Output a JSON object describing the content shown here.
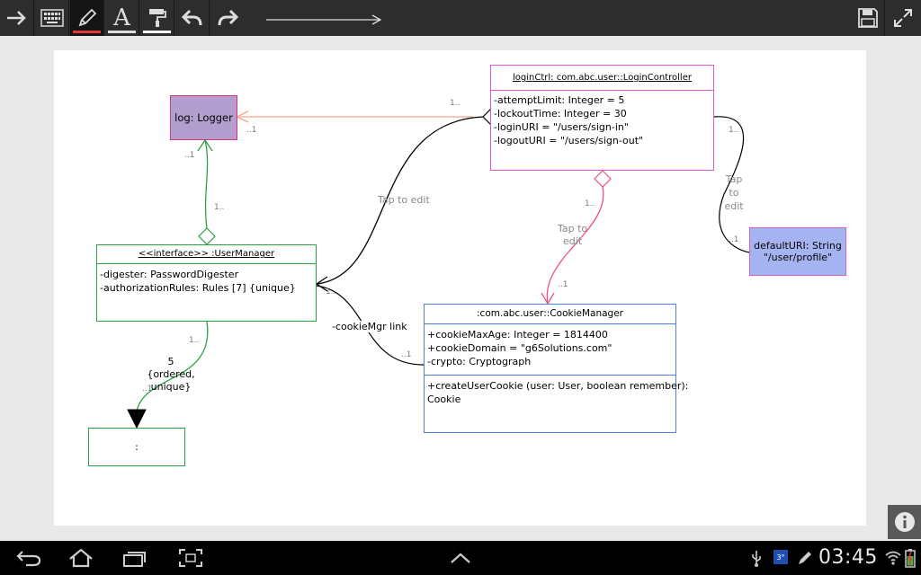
{
  "toolbar": {
    "tools": [
      {
        "name": "forward-arrow-icon"
      },
      {
        "name": "keyboard-icon"
      },
      {
        "name": "pencil-icon",
        "underline": "#e53935"
      },
      {
        "name": "text-tool-icon",
        "glyph": "A",
        "underline": "#dddddd"
      },
      {
        "name": "paint-roller-icon",
        "underline": "#ffffff"
      },
      {
        "name": "undo-icon"
      },
      {
        "name": "redo-icon"
      }
    ],
    "right": [
      {
        "name": "save-icon"
      },
      {
        "name": "fullscreen-icon"
      }
    ]
  },
  "diagram": {
    "logger": {
      "label": "log: Logger",
      "fill": "#b39fcf",
      "stroke": "#d6347a"
    },
    "login_controller": {
      "title": "loginCtrl: com.abc.user::LoginController",
      "attributes": [
        "-attemptLimit: Integer = 5",
        "-lockoutTime: Integer = 30",
        "-loginURI = \"/users/sign-in\"",
        "-logoutURI = \"/users/sign-out\""
      ],
      "stroke": "#e15bd0"
    },
    "user_manager": {
      "title": "<<interface>> :UserManager",
      "attributes": [
        "-digester: PasswordDigester",
        "-authorizationRules: Rules [7] {unique}"
      ],
      "stroke": "#2ea043"
    },
    "cookie_manager": {
      "title": ":com.abc.user::CookieManager",
      "attributes": [
        "+cookieMaxAge: Integer = 1814400",
        "+cookieDomain = \"g6Solutions.com\"",
        "-crypto: Cryptograph"
      ],
      "operations": [
        "+createUserCookie (user: User, boolean remember):",
        "Cookie"
      ],
      "stroke": "#4d7fe0"
    },
    "default_uri": {
      "lines": [
        "defaultURI: String",
        "\"/user/profile\""
      ],
      "fill": "#a5b4f0",
      "stroke": "#e15bd0"
    },
    "anon_box": {
      "label": ":",
      "stroke": "#2ea043"
    },
    "labels": {
      "tap_to_edit_1": "Tap to edit",
      "tap_to_edit_2_a": "Tap to",
      "tap_to_edit_2_b": "edit",
      "tap_to_edit_3": [
        "Tap",
        "to",
        "edit"
      ],
      "cookie_link": "-cookieMgr link",
      "mult_5": [
        "5",
        "{ordered,",
        "unique}"
      ],
      "m_1_dots_a": "1..",
      "m_dots_1_a": "..1",
      "m_dots_1_b": "..1",
      "m_1_dots_b": "1..",
      "m_1_dots_c": "1..",
      "m_dots_1_c": "..1",
      "m_1_dots_d": "1..",
      "m_dots_1_d": "..1",
      "m_1_dots_e": "1..",
      "m_dots_1_e": "..1",
      "m_dots_1_f": "..1",
      "m_1_dots_f": "1.."
    }
  },
  "colors": {
    "orange_link": "#f5a58a",
    "pink_link": "#f0507a",
    "green_link": "#2ea043"
  },
  "status_bar": {
    "time": "03:45",
    "temperature": "3°"
  }
}
